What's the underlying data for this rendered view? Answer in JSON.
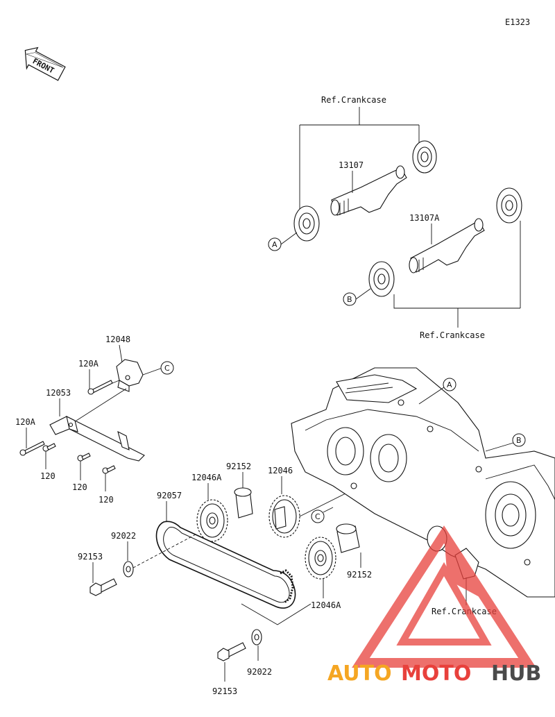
{
  "diagram": {
    "code": "E1323",
    "front_label": "FRONT",
    "ref_labels": [
      "Ref.Crankcase",
      "Ref.Crankcase",
      "Ref.Crankcase"
    ],
    "callouts": [
      "A",
      "B",
      "C",
      "A",
      "B",
      "C"
    ],
    "parts": {
      "p13107": "13107",
      "p13107A": "13107A",
      "p12048": "12048",
      "p120A_top": "120A",
      "p12053": "12053",
      "p120A_left": "120A",
      "p120_a": "120",
      "p120_b": "120",
      "p120_c": "120",
      "p12046A_top": "12046A",
      "p92152_top": "92152",
      "p12046": "12046",
      "p92057": "92057",
      "p92022_top": "92022",
      "p92153_top": "92153",
      "p92152_bottom": "92152",
      "p12046A_bottom": "12046A",
      "p92022_bottom": "92022",
      "p92153_bottom": "92153"
    }
  },
  "watermark": {
    "text_auto": "AUTO",
    "text_moto": "MOTO",
    "text_hub": "HUB",
    "color_primary": "#f5a623",
    "color_secondary": "#e8413c",
    "color_dark": "#4a4a4a"
  }
}
